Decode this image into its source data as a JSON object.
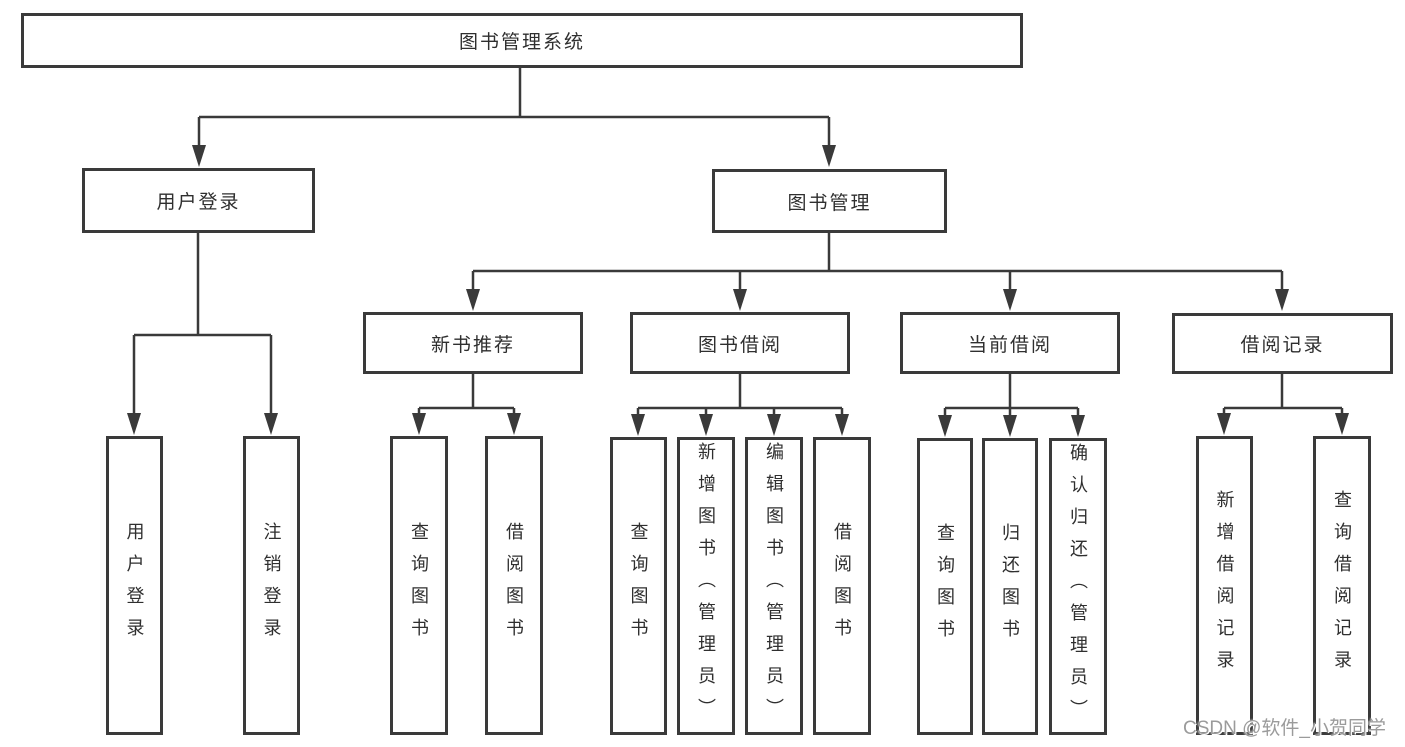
{
  "nodes": {
    "root": "图书管理系统",
    "level2": [
      "用户登录",
      "图书管理"
    ],
    "level3": [
      "新书推荐",
      "图书借阅",
      "当前借阅",
      "借阅记录"
    ],
    "leaves": [
      "用户登录",
      "注销登录",
      "查询图书",
      "借阅图书",
      "查询图书",
      "新增图书（管理员）",
      "编辑图书（管理员）",
      "借阅图书",
      "查询图书",
      "归还图书",
      "确认归还（管理员）",
      "新增借阅记录",
      "查询借阅记录"
    ]
  },
  "watermark": "CSDN @软件_小贺同学",
  "colors": {
    "line": "#3a3a3a",
    "box_border": "#3a3a3a",
    "box_fill": "#ffffff",
    "text": "#2f2f2f",
    "watermark": "#9b9b9b",
    "background": "#ffffff"
  }
}
